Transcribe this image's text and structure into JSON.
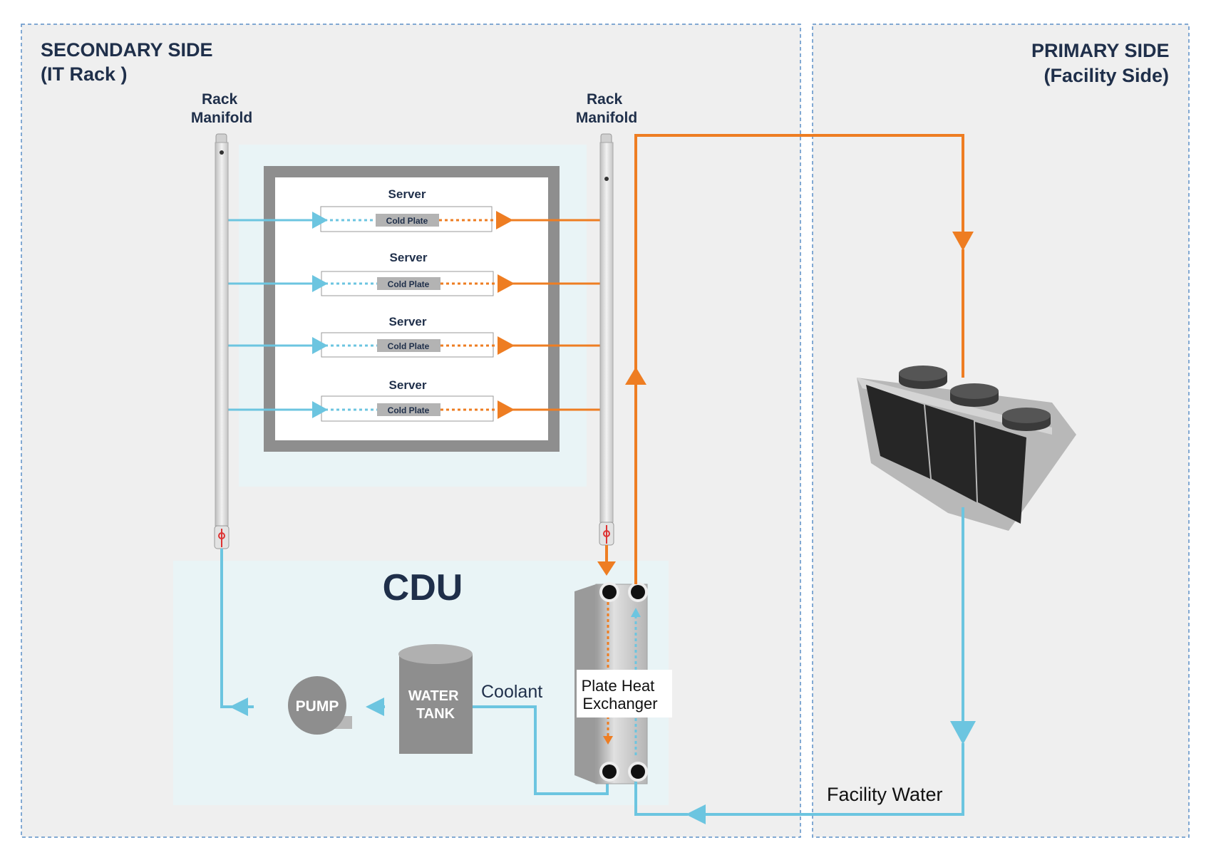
{
  "secondary_side": {
    "line1": "SECONDARY SIDE",
    "line2": "(IT Rack )"
  },
  "primary_side": {
    "line1": "PRIMARY SIDE",
    "line2": "(Facility Side)"
  },
  "rack_manifold_left": {
    "line1": "Rack",
    "line2": "Manifold"
  },
  "rack_manifold_right": {
    "line1": "Rack",
    "line2": "Manifold"
  },
  "servers": [
    {
      "label": "Server",
      "cold_plate": "Cold Plate"
    },
    {
      "label": "Server",
      "cold_plate": "Cold Plate"
    },
    {
      "label": "Server",
      "cold_plate": "Cold Plate"
    },
    {
      "label": "Server",
      "cold_plate": "Cold Plate"
    }
  ],
  "cdu": {
    "title": "CDU"
  },
  "pump": {
    "label": "PUMP"
  },
  "water_tank": {
    "line1": "WATER",
    "line2": "TANK"
  },
  "coolant": {
    "label": "Coolant"
  },
  "heat_exchanger": {
    "line1": "Plate Heat",
    "line2": "Exchanger"
  },
  "facility_water": {
    "label": "Facility Water"
  },
  "colors": {
    "hot_flow": "#ee7d22",
    "cold_flow": "#6cc5e0",
    "zone_bg": "#efefef",
    "inner_bg": "#e9f4f6",
    "text": "#1f2f4a",
    "frame": "#8e8e8e"
  }
}
